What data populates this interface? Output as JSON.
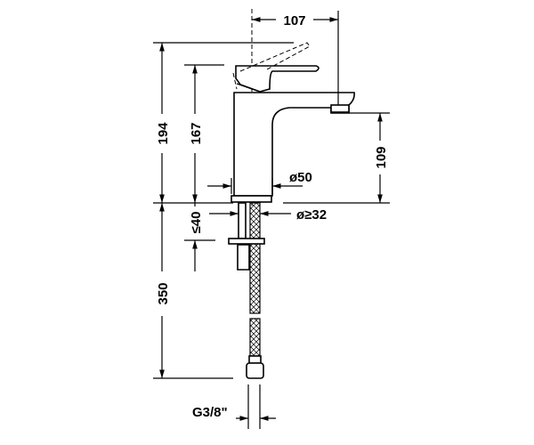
{
  "drawing": {
    "dimensions": {
      "spout_reach": "107",
      "total_height": "194",
      "body_height": "167",
      "outlet_height": "109",
      "base_diameter": "ø50",
      "hole_diameter": "ø≥32",
      "deck_thickness": "≤40",
      "hose_length": "350",
      "connection": "G3/8\""
    }
  }
}
